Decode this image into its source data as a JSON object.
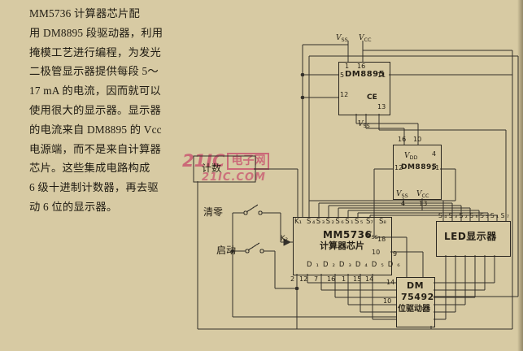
{
  "description": {
    "lines": [
      "MM5736 计算器芯片配",
      "用 DM8895 段驱动器，利用",
      "掩模工艺进行编程，为发光",
      "二极管显示器提供每段 5～",
      "17 mA 的电流，因而就可以",
      "使用很大的显示器。显示器",
      "的电流来自 DM8895 的 Vcc",
      "电源端，而不是来自计算器",
      "芯片。这些集成电路构成",
      "6 级十进制计数器，再去驱",
      "动 6 位的显示器。"
    ]
  },
  "watermark": {
    "brand": "21IC",
    "suffix": "电子网",
    "domain": "21IC.COM"
  },
  "controls": {
    "count": "计数",
    "clear": "清零",
    "start": "启动"
  },
  "ics": {
    "seg_driver_top": {
      "name": "DM8895",
      "ce": "CE",
      "p1": "1",
      "p16": "16",
      "p5": "5",
      "p11": "11",
      "p12": "12",
      "p13": "13",
      "vss_top": {
        "base": "V",
        "sub": "SS"
      },
      "vcc_top": {
        "base": "V",
        "sub": "CC"
      },
      "vss_bottom": {
        "base": "V",
        "sub": "SS"
      }
    },
    "seg_driver_mid": {
      "name": "DM8895",
      "p16": "16",
      "p10": "10",
      "p4r": "4",
      "p12": "12",
      "p11": "11",
      "p4b": "4",
      "p13": "13",
      "vdd": {
        "base": "V",
        "sub": "DD"
      },
      "vss": {
        "base": "V",
        "sub": "SS"
      },
      "vcc": {
        "base": "V",
        "sub": "CC"
      }
    },
    "calculator": {
      "name": "MM5736",
      "subtitle": "计算器芯片",
      "k1": "K₁",
      "k2": "K₂",
      "s_group": "S₄S₃S₂S₆S₁S₅",
      "s7": "S₇",
      "s8": "S₈",
      "d_group": "D₁D₂D₃D₄D₅D₆",
      "vss": {
        "base": "V",
        "sub": "SS"
      },
      "p18": "18",
      "p10": "10",
      "p9": "9",
      "bottom_pins": [
        "2",
        "12",
        "7",
        "16",
        "1",
        "15",
        "14"
      ]
    },
    "led": {
      "name": "LED显示器",
      "s_labels": "S₄S₃S₂S₆S₅S₁S₇"
    },
    "digit_driver": {
      "line1": "DM",
      "line2": "75492",
      "line3": "位驱动器",
      "p14": "14",
      "p10": "10"
    }
  }
}
